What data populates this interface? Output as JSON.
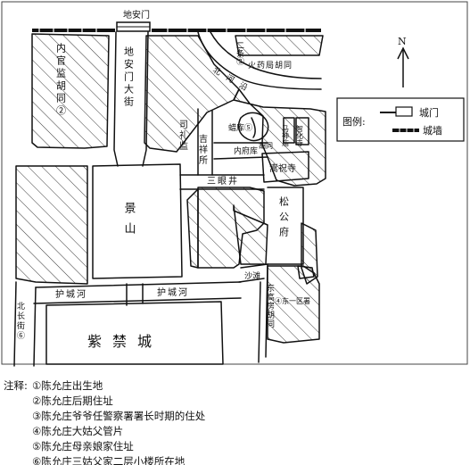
{
  "map": {
    "gates": {
      "north_gate": "地安门"
    },
    "streets": {
      "neiguanjian_hutong": "内官监胡同②",
      "dianmen_dajie": "地安门大街",
      "beichang_jie": "北长街⑥",
      "sanyanjing": "三眼井",
      "shajing": "沙滩",
      "huchenghe_west": "护城河",
      "huchenghe_east": "护城河",
      "beihe_yan": "北河沿",
      "huoyaoju_hutong": "火药局胡同",
      "ertiao": "二条③",
      "nei_fu": "内府库",
      "hutong_small": "胡同",
      "gongjian_hutong": "东高房胡同"
    },
    "places": {
      "jingshan": "景山",
      "zijincheng": "紫禁城",
      "silijian": "司礼监",
      "jixiangsuo": "吉祥所",
      "lamiao": "蜡库⑤",
      "songgong_fu": "松公府",
      "xiangkuan_si": "嵩祝寺",
      "police_station": "④东一区署",
      "ma_shen": "马神庙",
      "wangfu": "智化寺"
    },
    "legend": {
      "title": "图例:",
      "gate_label": "城门",
      "wall_label": "城墙"
    },
    "compass": "N"
  },
  "notes": {
    "label": "注释:",
    "items": [
      "①陈允庄出生地",
      "②陈允庄后期住址",
      "③陈允庄爷爷任警察署署长时期的住处",
      "④陈允庄大姑父管片",
      "⑤陈允庄母亲娘家住址",
      "⑥陈允庄三姑父家二层小楼所在地"
    ]
  }
}
